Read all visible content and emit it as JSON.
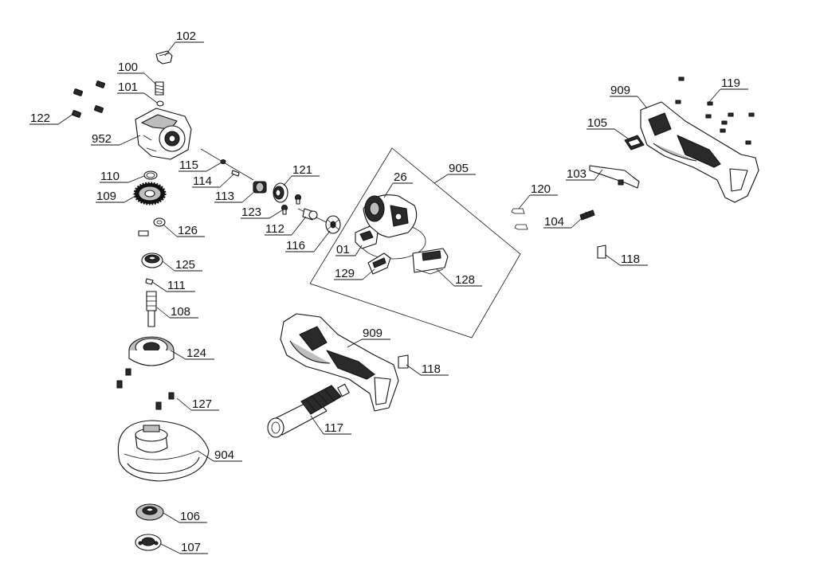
{
  "diagram": {
    "labels": {
      "p100": "100",
      "p101": "101",
      "p102": "102",
      "p122": "122",
      "p952": "952",
      "p110": "110",
      "p109": "109",
      "p115": "115",
      "p114": "114",
      "p113": "113",
      "p121": "121",
      "p123": "123",
      "p112": "112",
      "p116": "116",
      "p126": "126",
      "p125": "125",
      "p111": "111",
      "p108": "108",
      "p124": "124",
      "p127": "127",
      "p904": "904",
      "p106": "106",
      "p107": "107",
      "p26": "26",
      "p905": "905",
      "p01": "01",
      "p129": "129",
      "p128": "128",
      "p909a": "909",
      "p909b": "909",
      "p118a": "118",
      "p118b": "118",
      "p117": "117",
      "p119": "119",
      "p105": "105",
      "p103": "103",
      "p120": "120",
      "p104": "104"
    }
  }
}
